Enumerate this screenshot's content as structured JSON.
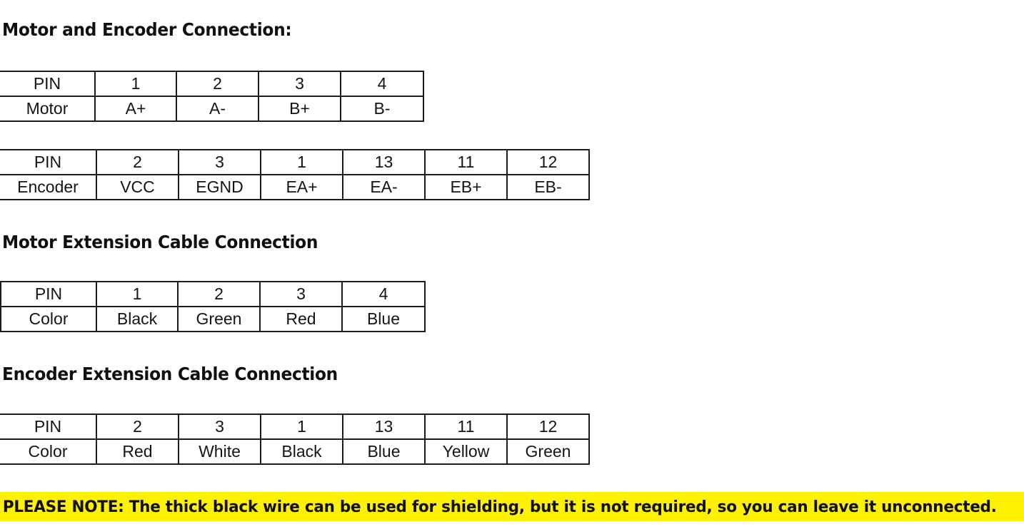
{
  "headings": {
    "motor_encoder": "Motor and Encoder Connection:",
    "motor_extension": "Motor Extension Cable Connection",
    "encoder_extension": "Encoder Extension Cable Connection"
  },
  "tables": {
    "motor": {
      "name": "Motor and Encoder Connection - Motor",
      "rows": [
        {
          "label": "PIN",
          "cells": [
            "1",
            "2",
            "3",
            "4"
          ]
        },
        {
          "label": "Motor",
          "cells": [
            "A+",
            "A-",
            "B+",
            "B-"
          ]
        }
      ]
    },
    "encoder": {
      "name": "Motor and Encoder Connection - Encoder",
      "rows": [
        {
          "label": "PIN",
          "cells": [
            "2",
            "3",
            "1",
            "13",
            "11",
            "12"
          ]
        },
        {
          "label": "Encoder",
          "cells": [
            "VCC",
            "EGND",
            "EA+",
            "EA-",
            "EB+",
            "EB-"
          ]
        }
      ]
    },
    "motor_extension": {
      "name": "Motor Extension Cable Connection",
      "rows": [
        {
          "label": "PIN",
          "cells": [
            "1",
            "2",
            "3",
            "4"
          ]
        },
        {
          "label": "Color",
          "cells": [
            "Black",
            "Green",
            "Red",
            "Blue"
          ]
        }
      ]
    },
    "encoder_extension": {
      "name": "Encoder Extension Cable Connection",
      "rows": [
        {
          "label": "PIN",
          "cells": [
            "2",
            "3",
            "1",
            "13",
            "11",
            "12"
          ]
        },
        {
          "label": "Color",
          "cells": [
            "Red",
            "White",
            "Black",
            "Blue",
            "Yellow",
            "Green"
          ]
        }
      ]
    }
  },
  "note": {
    "text": "PLEASE NOTE: The thick black wire can be used for shielding, but it is not required, so you can leave it unconnected.",
    "background_color": "#fff200",
    "text_color": "#101010"
  }
}
